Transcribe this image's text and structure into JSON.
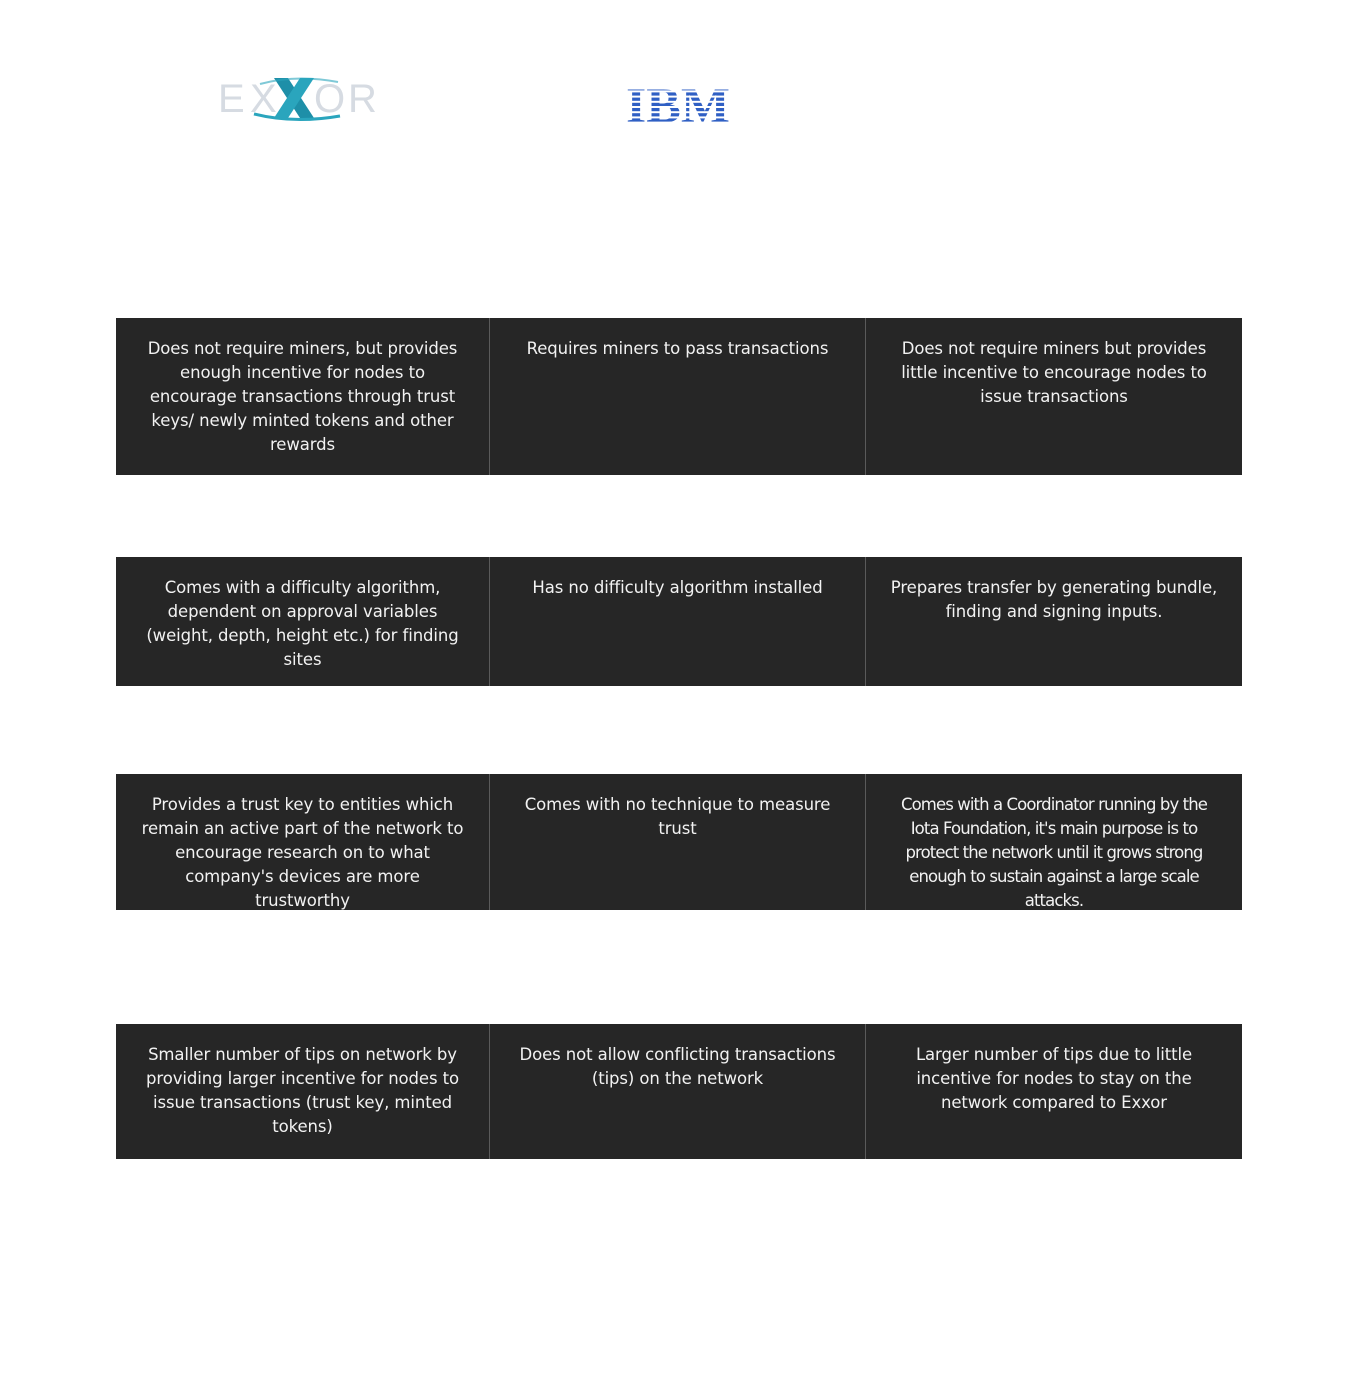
{
  "logos": {
    "left": {
      "text": "EXXOR",
      "accent_color": "#2aa5bd",
      "muted_color": "#d6dbe2"
    },
    "right": {
      "text": "IBM",
      "color": "#2f5fc4"
    }
  },
  "rows": [
    {
      "exxor": "Does not require miners, but provides enough incentive for nodes to encourage transactions through trust keys/ newly minted tokens and other rewards",
      "middle": "Requires miners to pass transactions",
      "right": "Does not require miners but provides little incentive to encourage nodes to issue transactions"
    },
    {
      "exxor": "Comes with a difficulty algorithm, dependent on approval variables (weight, depth, height etc.) for finding sites",
      "middle": "Has no difficulty algorithm installed",
      "right": "Prepares transfer by generating bundle, finding and signing inputs."
    },
    {
      "exxor": "Provides a trust key to entities which remain an active part of the network to encourage research on to what company's devices are more trustworthy",
      "middle": "Comes with no technique to measure trust",
      "right": "Comes with a Coordinator running by the Iota Foundation, it's main purpose is to protect the network until it grows strong enough to sustain against a large scale attacks."
    },
    {
      "exxor": "Smaller number of tips on network by providing larger incentive for nodes to issue transactions (trust key, minted tokens)",
      "middle": "Does not allow conflicting transactions (tips) on the network",
      "right": "Larger number of tips due to little incentive for nodes to stay on the network compared to Exxor"
    }
  ],
  "colors": {
    "row_background": "#262626",
    "row_text": "#f2f2f2",
    "cell_divider": "#5a5a5a"
  }
}
